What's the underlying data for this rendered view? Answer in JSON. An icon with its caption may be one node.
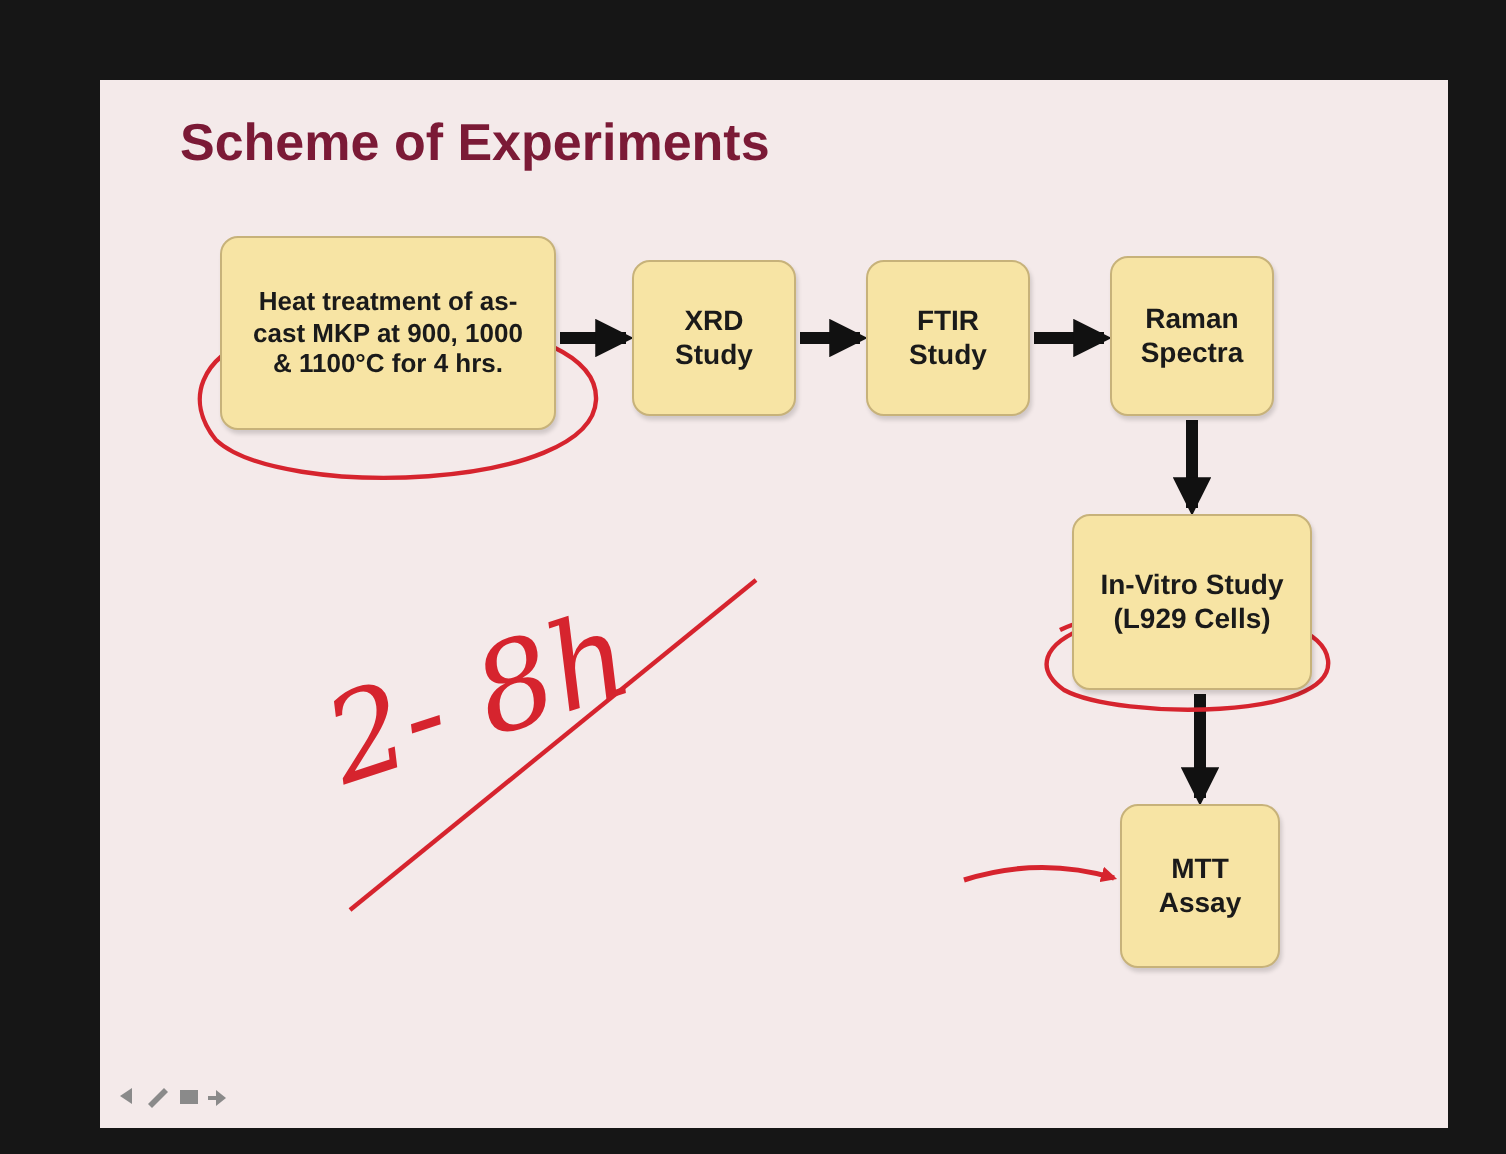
{
  "diagram": {
    "title": "Scheme of Experiments",
    "nodes": [
      {
        "text": [
          "Heat treatment of as-cast MKP at 900, 1000 & 1100°C for 4 hrs."
        ]
      },
      {
        "text": [
          "XRD Study"
        ]
      },
      {
        "text": [
          "FTIR Study"
        ]
      },
      {
        "text": [
          "Raman Spectra"
        ]
      },
      {
        "text": [
          "In-Vitro Study (L929 Cells)"
        ]
      },
      {
        "text": [
          "MTT Assay"
        ]
      }
    ],
    "edges": [
      {
        "from": 0,
        "to": 1,
        "arrow": "to"
      },
      {
        "from": 1,
        "to": 2,
        "arrow": "to"
      },
      {
        "from": 2,
        "to": 3,
        "arrow": "to"
      },
      {
        "from": 3,
        "to": 4,
        "arrow": "to"
      },
      {
        "from": 4,
        "to": 5,
        "arrow": "to"
      },
      {
        "from": null,
        "to": 5,
        "arrow": "to",
        "color": "#d6242e"
      }
    ],
    "labels": [
      "2- 8h"
    ]
  }
}
